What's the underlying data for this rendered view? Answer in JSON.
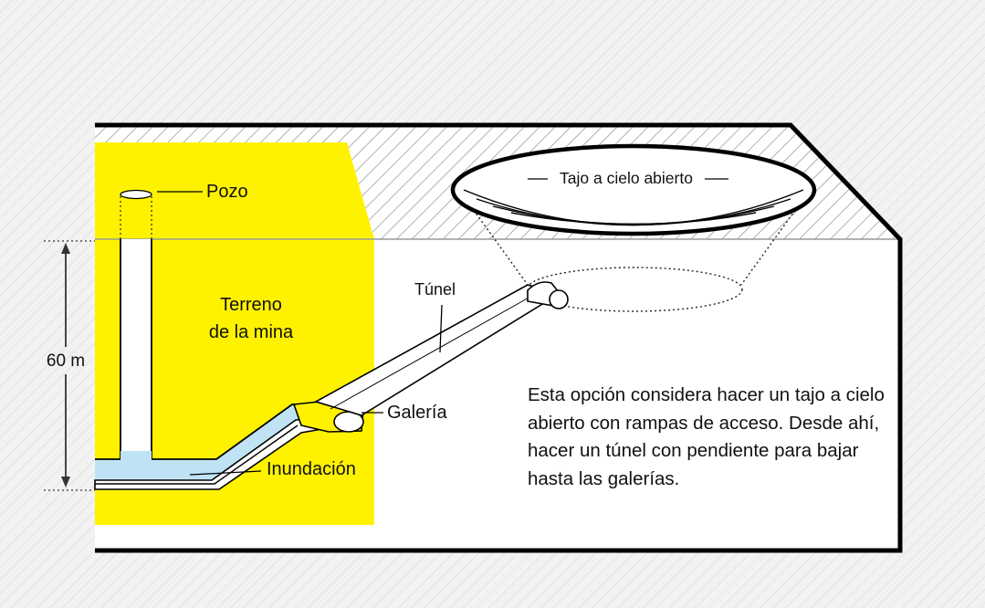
{
  "labels": {
    "pozo": "Pozo",
    "tajo": "Tajo a cielo abierto",
    "tunel": "Túnel",
    "terreno_line1": "Terreno",
    "terreno_line2": "de la mina",
    "depth": "60 m",
    "galeria": "Galería",
    "inundacion": "Inundación"
  },
  "description": "Esta opción considera hacer un tajo a cielo abierto con rampas de acceso. Desde ahí, hacer un túnel con pendiente para bajar hasta las galerías.",
  "colors": {
    "mine_area": "#fff200",
    "water": "#bfe3f5",
    "outline": "#000000",
    "ground": "#ffffff",
    "hatch": "#888888"
  }
}
